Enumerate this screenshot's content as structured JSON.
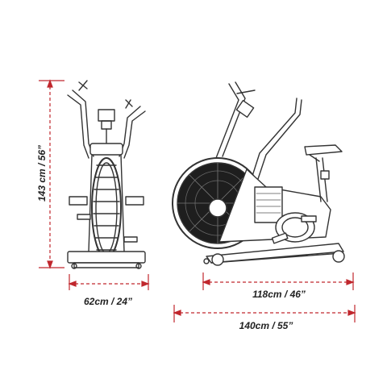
{
  "dimensions": {
    "height": "143 cm / 56”",
    "width": "62cm / 24”",
    "bike_length": "118cm / 46”",
    "total_length": "140cm / 55”"
  },
  "colors": {
    "dimension_line": "#c0272d",
    "drawing_line": "#333333",
    "label_text": "#222222"
  }
}
